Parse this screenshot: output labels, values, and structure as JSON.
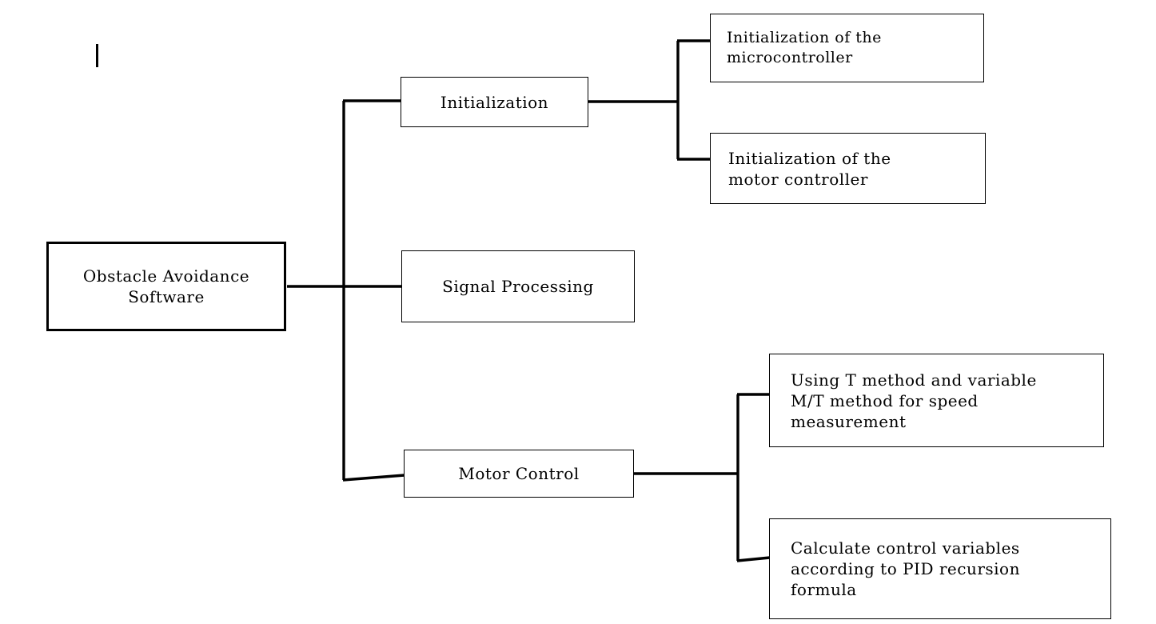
{
  "diagram": {
    "title": "Obstacle Avoidance Software block diagram",
    "background_color": "#ffffff",
    "line_color": "#000000",
    "text_color": "#000000",
    "root": {
      "label": "Obstacle Avoidance\nSoftware"
    },
    "branches": [
      {
        "label": "Initialization",
        "children": [
          {
            "label": "Initialization of the\nmicrocontroller"
          },
          {
            "label": "Initialization of the\nmotor controller"
          }
        ]
      },
      {
        "label": "Signal Processing",
        "children": []
      },
      {
        "label": "Motor Control",
        "children": [
          {
            "label": "Using T method and variable\nM/T method for speed\nmeasurement"
          },
          {
            "label": "Calculate control variables\naccording to PID recursion\nformula"
          }
        ]
      }
    ]
  }
}
